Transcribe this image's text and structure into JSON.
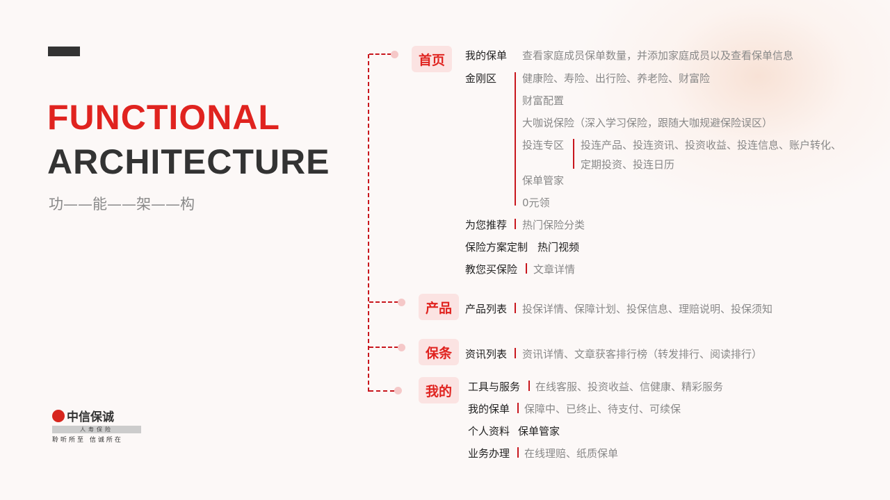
{
  "title": {
    "line1": "FUNCTIONAL",
    "line2": "ARCHITECTURE",
    "subtitle": "功——能——架——构"
  },
  "logo": {
    "name": "中信保诚",
    "sub": "人寿保险",
    "slogan": "聆听所至 信诚所在"
  },
  "sections": [
    {
      "tag": "首页",
      "rows": [
        {
          "key": "我的保单",
          "value": "查看家庭成员保单数量，并添加家庭成员以及查看保单信息"
        },
        {
          "key": "金刚区",
          "items": [
            "健康险、寿险、出行险、养老险、财富险",
            "财富配置",
            "大咖说保险（深入学习保险，跟随大咖规避保险误区）",
            "保单管家",
            "0元领"
          ],
          "sub": {
            "key": "投连专区",
            "lines": [
              "投连产品、投连资讯、投资收益、投连信息、账户转化、",
              "定期投资、投连日历"
            ]
          }
        },
        {
          "key": "为您推荐",
          "value": "热门保险分类"
        },
        {
          "key": "保险方案定制",
          "value": "热门视频"
        },
        {
          "key": "教您买保险",
          "value": "文章详情"
        }
      ]
    },
    {
      "tag": "产品",
      "rows": [
        {
          "key": "产品列表",
          "value": "投保详情、保障计划、投保信息、理赔说明、投保须知"
        }
      ]
    },
    {
      "tag": "保条",
      "rows": [
        {
          "key": "资讯列表",
          "value": "资讯详情、文章获客排行榜（转发排行、阅读排行）"
        }
      ]
    },
    {
      "tag": "我的",
      "rows": [
        {
          "key": "工具与服务",
          "value": "在线客服、投资收益、信健康、精彩服务"
        },
        {
          "key": "我的保单",
          "value": "保障中、已终止、待支付、可续保"
        },
        {
          "key": "个人资料",
          "value": "保单管家"
        },
        {
          "key": "业务办理",
          "value": "在线理赔、纸质保单"
        }
      ]
    }
  ]
}
